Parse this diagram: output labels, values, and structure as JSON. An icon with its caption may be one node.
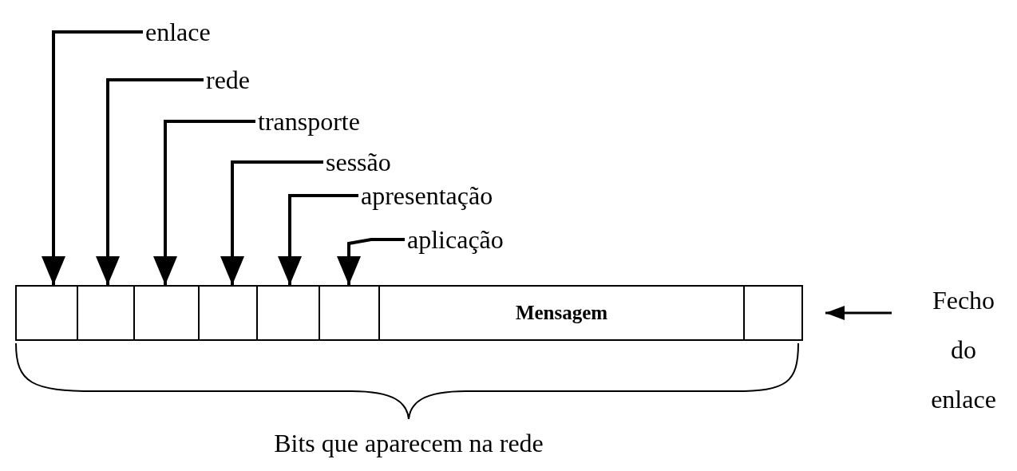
{
  "diagram": {
    "nodes": [
      {
        "text": [
          "enlace"
        ]
      },
      {
        "text": [
          "rede"
        ]
      },
      {
        "text": [
          "transporte"
        ]
      },
      {
        "text": [
          "sessão"
        ]
      },
      {
        "text": [
          "apresentação"
        ]
      },
      {
        "text": [
          "aplicação"
        ]
      },
      {
        "text": [],
        "shape": "box"
      },
      {
        "text": [],
        "shape": "box"
      },
      {
        "text": [],
        "shape": "box"
      },
      {
        "text": [],
        "shape": "box"
      },
      {
        "text": [],
        "shape": "box"
      },
      {
        "text": [],
        "shape": "box"
      },
      {
        "text": [
          "Mensagem"
        ]
      },
      {
        "text": [],
        "shape": "box"
      },
      {
        "text": [
          "Fecho do enlace"
        ]
      }
    ],
    "edges": [
      {
        "from": 0,
        "to": 6,
        "arrow": "to"
      },
      {
        "from": 1,
        "to": 7,
        "arrow": "to"
      },
      {
        "from": 2,
        "to": 8,
        "arrow": "to"
      },
      {
        "from": 3,
        "to": 9,
        "arrow": "to"
      },
      {
        "from": 4,
        "to": 10,
        "arrow": "to"
      },
      {
        "from": 5,
        "to": 11,
        "arrow": "to"
      },
      {
        "from": 14,
        "to": 13,
        "arrow": "to"
      }
    ],
    "labels": [
      "Bits que aparecem na rede"
    ]
  }
}
